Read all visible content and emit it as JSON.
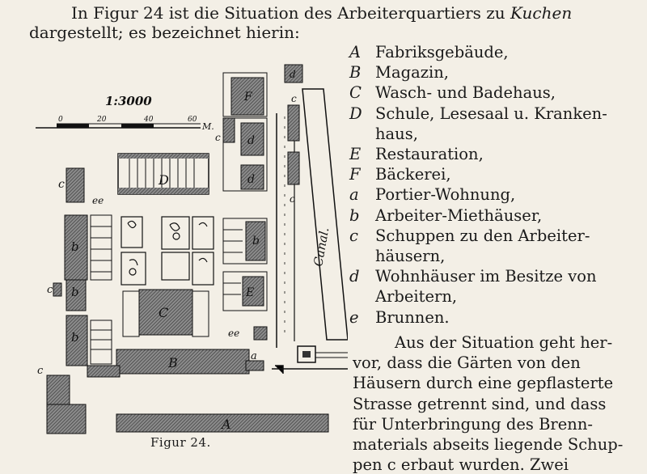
{
  "intro": {
    "line1_prefix": "In Figur 24 ist die Situation des Arbeiterquartiers zu ",
    "line1_place": "Kuchen",
    "line2": "dargestellt; es bezeichnet hierin:"
  },
  "legend": [
    {
      "key": "A",
      "text": "Fabriksgebäude,"
    },
    {
      "key": "B",
      "text": "Magazin,"
    },
    {
      "key": "C",
      "text": "Wasch- und Badehaus,"
    },
    {
      "key": "D",
      "text": "Schule, Lesesaal u. Kranken-",
      "cont": "haus,"
    },
    {
      "key": "E",
      "text": "Restauration,"
    },
    {
      "key": "F",
      "text": "Bäckerei,"
    },
    {
      "key": "a",
      "text": "Portier-Wohnung,"
    },
    {
      "key": "b",
      "text": "Arbeiter-Miethäuser,"
    },
    {
      "key": "c",
      "text": "Schuppen zu den Arbeiter-",
      "cont": "häusern,"
    },
    {
      "key": "d",
      "text": "Wohnhäuser im Besitze von",
      "cont": "Arbeitern,"
    },
    {
      "key": "e",
      "text": "Brunnen."
    }
  ],
  "paragraph": [
    "Aus der Situation geht her-",
    "vor, dass die Gärten von den",
    "Häusern durch eine gepflasterte",
    "Strasse getrennt sind, und dass",
    "für Unterbringung des Brenn-",
    "materials abseits liegende Schup-",
    "pen c erbaut wurden. Zwei"
  ],
  "figure": {
    "scale_label": "1:3000",
    "scale_ticks": [
      "0",
      "20",
      "40",
      "60"
    ],
    "scale_unit": "M.",
    "canal_label": "Canal.",
    "caption": "Figur 24.",
    "labels": {
      "A": "A",
      "B": "B",
      "C": "C",
      "D": "D",
      "E": "E",
      "F": "F",
      "a": "a",
      "b": "b",
      "c": "c",
      "d": "d",
      "e": "e",
      "ee": "ee"
    }
  }
}
